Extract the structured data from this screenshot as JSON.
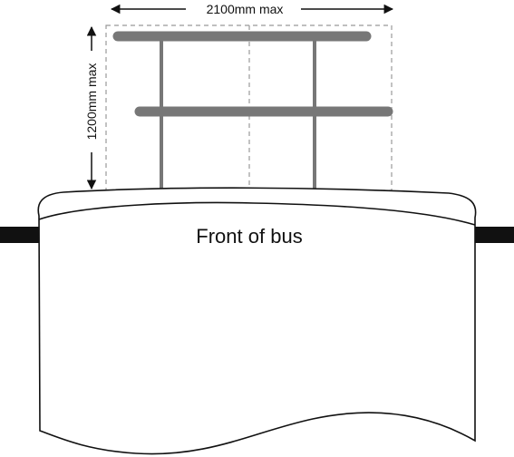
{
  "labels": {
    "width_dimension": "2100mm max",
    "height_dimension": "1200mm max",
    "bus_front": "Front of bus"
  },
  "colors": {
    "rack_bar": "#777777",
    "dimension_box": "#999999",
    "outline": "#111111",
    "background": "#ffffff"
  },
  "icons": {
    "arrow": "arrowhead"
  }
}
